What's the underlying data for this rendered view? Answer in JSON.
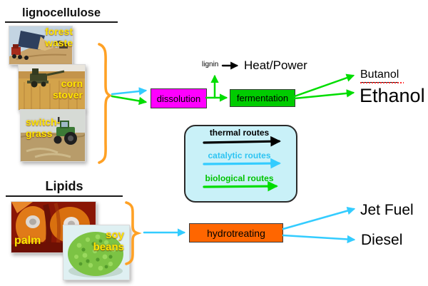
{
  "sections": {
    "lignocellulose": {
      "title": "lignocellulose",
      "images": [
        {
          "label": "forest waste"
        },
        {
          "label": "corn stover"
        },
        {
          "label": "switch-grass"
        }
      ]
    },
    "lipids": {
      "title": "Lipids",
      "images": [
        {
          "label": "palm"
        },
        {
          "label": "soy beans"
        }
      ]
    }
  },
  "process": {
    "dissolution": {
      "label": "dissolution",
      "color": "#ff00ff"
    },
    "fermentation": {
      "label": "fermentation",
      "color": "#00cc00"
    },
    "hydrotreating": {
      "label": "hydrotreating",
      "color": "#ff6600"
    }
  },
  "byproduct": {
    "source_label": "lignin",
    "target_label": "Heat/Power"
  },
  "products": {
    "butanol": "Butanol",
    "ethanol": "Ethanol",
    "jet_fuel": "Jet Fuel",
    "diesel": "Diesel"
  },
  "legend": {
    "thermal": "thermal routes",
    "catalytic": "catalytic routes",
    "biological": "biological routes"
  },
  "colors": {
    "arrow_black": "#000000",
    "arrow_cyan": "#33ccff",
    "arrow_green": "#00dd00",
    "brace_orange": "#ffa125",
    "box_magenta": "#ff00ff",
    "box_green": "#00cc00",
    "box_orange": "#ff6600",
    "legend_bg": "#c9f1f8",
    "photo_label_yellow": "#ffe600",
    "butanol_squiggle_red": "#ff2a2a"
  }
}
